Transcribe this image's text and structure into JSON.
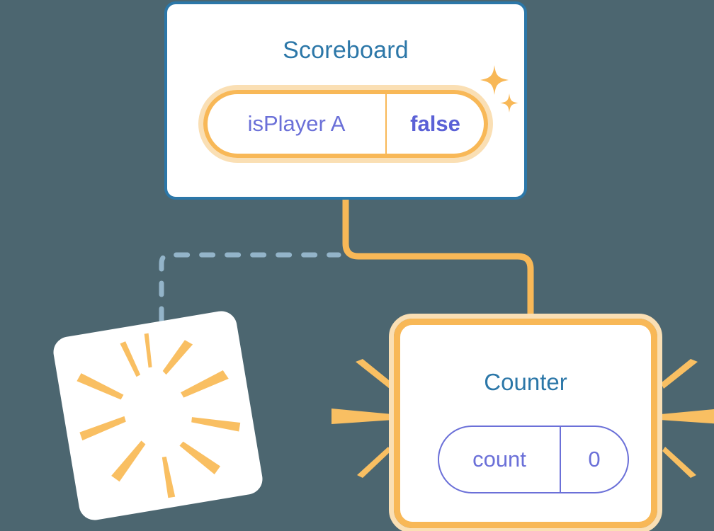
{
  "theme": {
    "background": "#4c6670",
    "card_background": "#ffffff",
    "blue_accent": "#2c77a8",
    "orange_accent": "#f8b857",
    "orange_glow": "#fadfb4",
    "periwinkle": "#6b70d8",
    "dashed_connector": "#93b4c9"
  },
  "scoreboard": {
    "title": "Scoreboard",
    "pill": {
      "key": "isPlayer A",
      "value": "false"
    },
    "sparkle_large_icon": "sparkle-icon",
    "sparkle_small_icon": "sparkle-icon"
  },
  "ghost_card": {
    "burst_icon": "starburst-icon"
  },
  "counter": {
    "title": "Counter",
    "pill": {
      "key": "count",
      "value": "0"
    },
    "rays_left_icon": "burst-rays-icon",
    "rays_right_icon": "burst-rays-icon"
  },
  "connectors": {
    "solid_icon": "solid-elbow-connector",
    "dashed_icon": "dashed-elbow-connector"
  }
}
